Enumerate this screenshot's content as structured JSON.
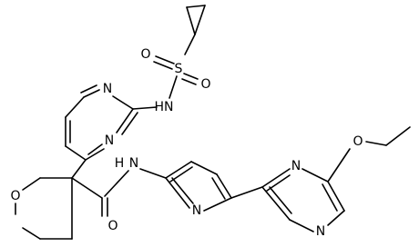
{
  "molecule": {
    "atoms": {
      "sulfur": "S",
      "sulfonyl_oxygen_top": "O",
      "sulfonyl_oxygen_bottom": "O",
      "sulfonamide_nh": "HN",
      "pyrimidine_n1": "N",
      "pyrimidine_n3": "N",
      "amide_nh": "N",
      "amide_h": "H",
      "amide_oxygen": "O",
      "oxane_oxygen": "O",
      "pyridine_n": "N",
      "pyrazine_n_upper": "N",
      "pyrazine_n_lower": "N",
      "ethoxy_oxygen": "O"
    }
  },
  "colors": {
    "ink": "#000000",
    "background": "#ffffff"
  }
}
